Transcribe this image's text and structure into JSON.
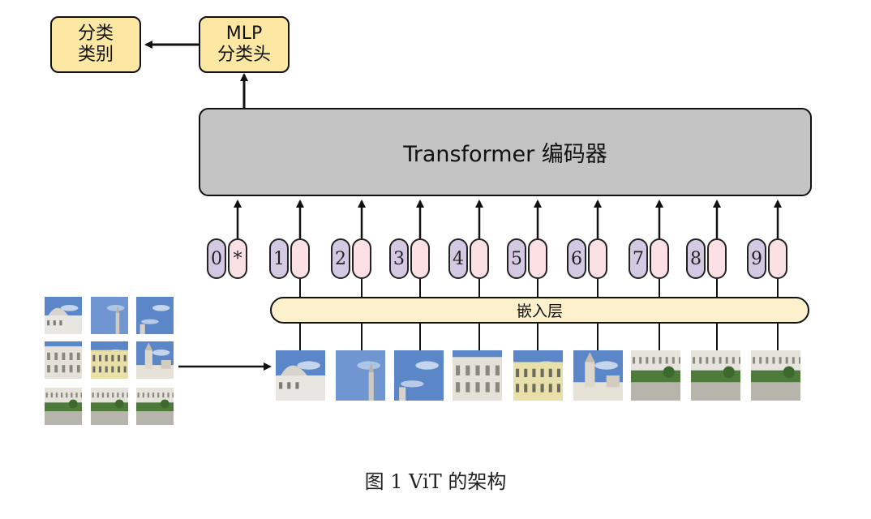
{
  "class_box": {
    "line1": "分类",
    "line2": "类别"
  },
  "mlp_box": {
    "line1": "MLP",
    "line2": "分类头"
  },
  "encoder_label": "Transformer 编码器",
  "embedding_label": "嵌入层",
  "tokens": [
    {
      "index": "0",
      "embed": "*"
    },
    {
      "index": "1",
      "embed": ""
    },
    {
      "index": "2",
      "embed": ""
    },
    {
      "index": "3",
      "embed": ""
    },
    {
      "index": "4",
      "embed": ""
    },
    {
      "index": "5",
      "embed": ""
    },
    {
      "index": "6",
      "embed": ""
    },
    {
      "index": "7",
      "embed": ""
    },
    {
      "index": "8",
      "embed": ""
    },
    {
      "index": "9",
      "embed": ""
    }
  ],
  "caption": "图 1 ViT 的架构",
  "colors": {
    "box_yellow": "#fce7a3",
    "encoder_gray": "#c4c4c4",
    "embedding_cream": "#fdf0cc",
    "position_purple": "#d5c8e2",
    "patch_pink": "#fbe1e4"
  }
}
